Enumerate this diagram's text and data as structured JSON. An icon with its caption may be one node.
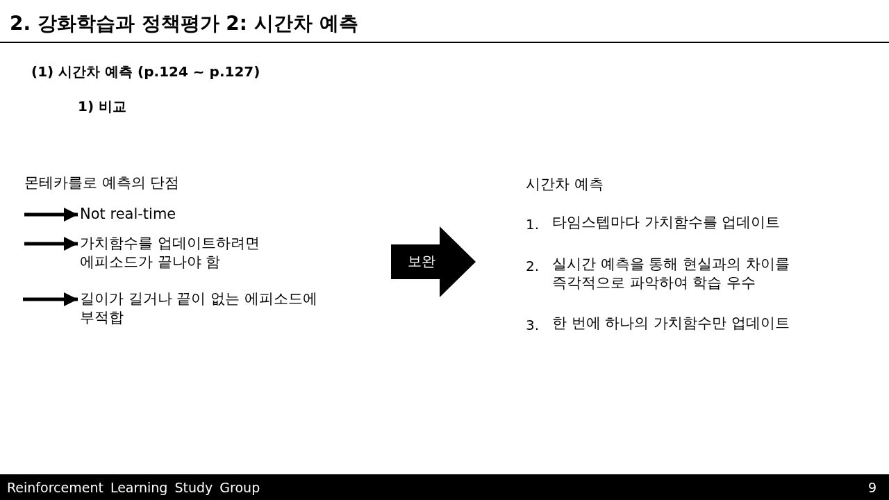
{
  "diagram": {
    "title": "2. 강화학습과 정책평가 2: 시간차 예측",
    "nodes": [
      {
        "text": [
          "몬테카를로 예측의 단점"
        ]
      },
      {
        "text": [
          "Not real-time"
        ]
      },
      {
        "text": [
          "가치함수를 업데이트하려면 에피소드가 끝나야 함"
        ]
      },
      {
        "text": [
          "길이가 길거나 끝이 없는 에피소드에 부적합"
        ]
      },
      {
        "text": [
          "보완"
        ]
      },
      {
        "text": [
          "시간차 예측"
        ]
      }
    ],
    "edges": [
      {
        "from": null,
        "to": 1,
        "arrow": "to"
      },
      {
        "from": null,
        "to": 2,
        "arrow": "to"
      },
      {
        "from": null,
        "to": 3,
        "arrow": "to"
      }
    ],
    "labels": [
      "(1) 시간차 예측 (p.124 ~ p.127)",
      "1) 비교",
      "1.",
      "타임스텝마다 가치함수를 업데이트",
      "2.",
      "실시간 예측을 통해 현실과의 차이를 즉각적으로 파악하여 학습 우수",
      "3.",
      "한 번에 하나의 가치함수만 업데이트",
      "Reinforcement Learning Study Group",
      "9"
    ]
  }
}
